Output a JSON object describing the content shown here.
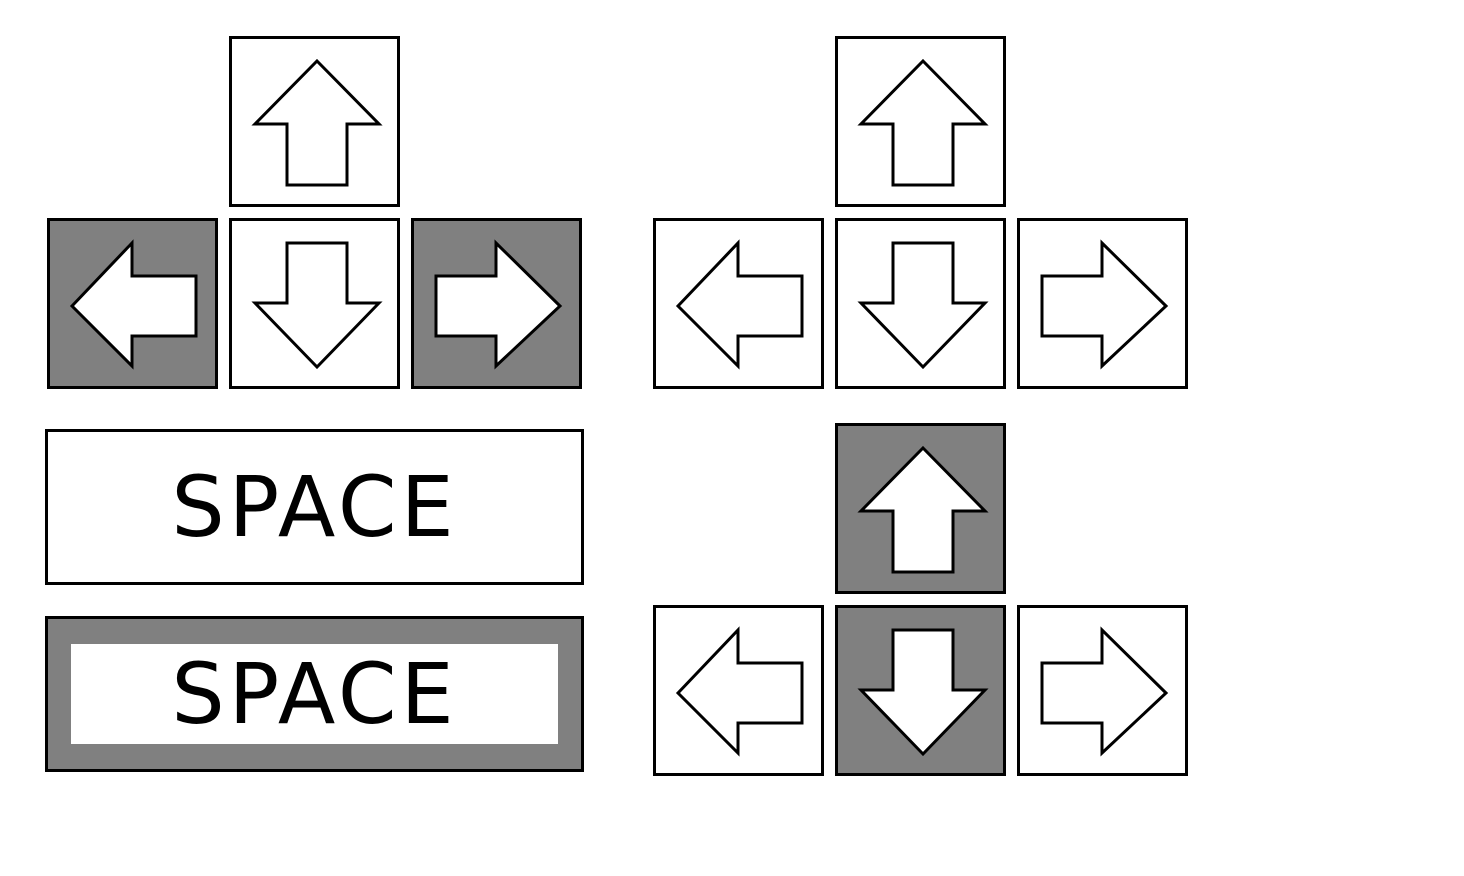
{
  "space_keys": [
    {
      "label": "SPACE",
      "state": "normal"
    },
    {
      "label": "SPACE",
      "state": "pressed"
    }
  ],
  "arrow_clusters": [
    {
      "name": "left-right-pressed",
      "pressed": [
        "left",
        "right"
      ]
    },
    {
      "name": "none-pressed",
      "pressed": []
    },
    {
      "name": "up-down-pressed",
      "pressed": [
        "up",
        "down"
      ]
    }
  ],
  "icons": {
    "up": "arrow-up-icon",
    "down": "arrow-down-icon",
    "left": "arrow-left-icon",
    "right": "arrow-right-icon"
  },
  "colors": {
    "pressed": "#808080",
    "normal": "#ffffff",
    "outline": "#000000"
  }
}
